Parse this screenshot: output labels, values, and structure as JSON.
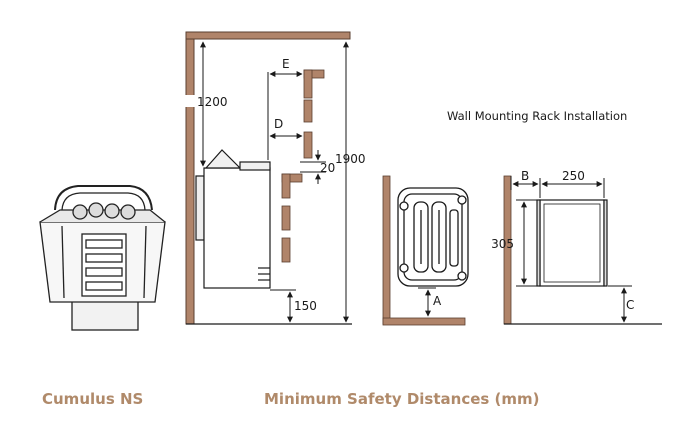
{
  "captions": {
    "product": "Cumulus NS",
    "main": "Minimum Safety Distances (mm)"
  },
  "rack_title": "Wall Mounting Rack Installation",
  "dimensions": {
    "ceiling": "1200",
    "height": "1900",
    "d": "D",
    "e": "E",
    "gap": "20",
    "floor": "150",
    "a": "A",
    "b": "B",
    "width": "250",
    "rack_h": "305",
    "c": "C"
  },
  "colors": {
    "wall": "#b0846a",
    "caption": "#b08a6a",
    "line": "#1a1a1a"
  }
}
